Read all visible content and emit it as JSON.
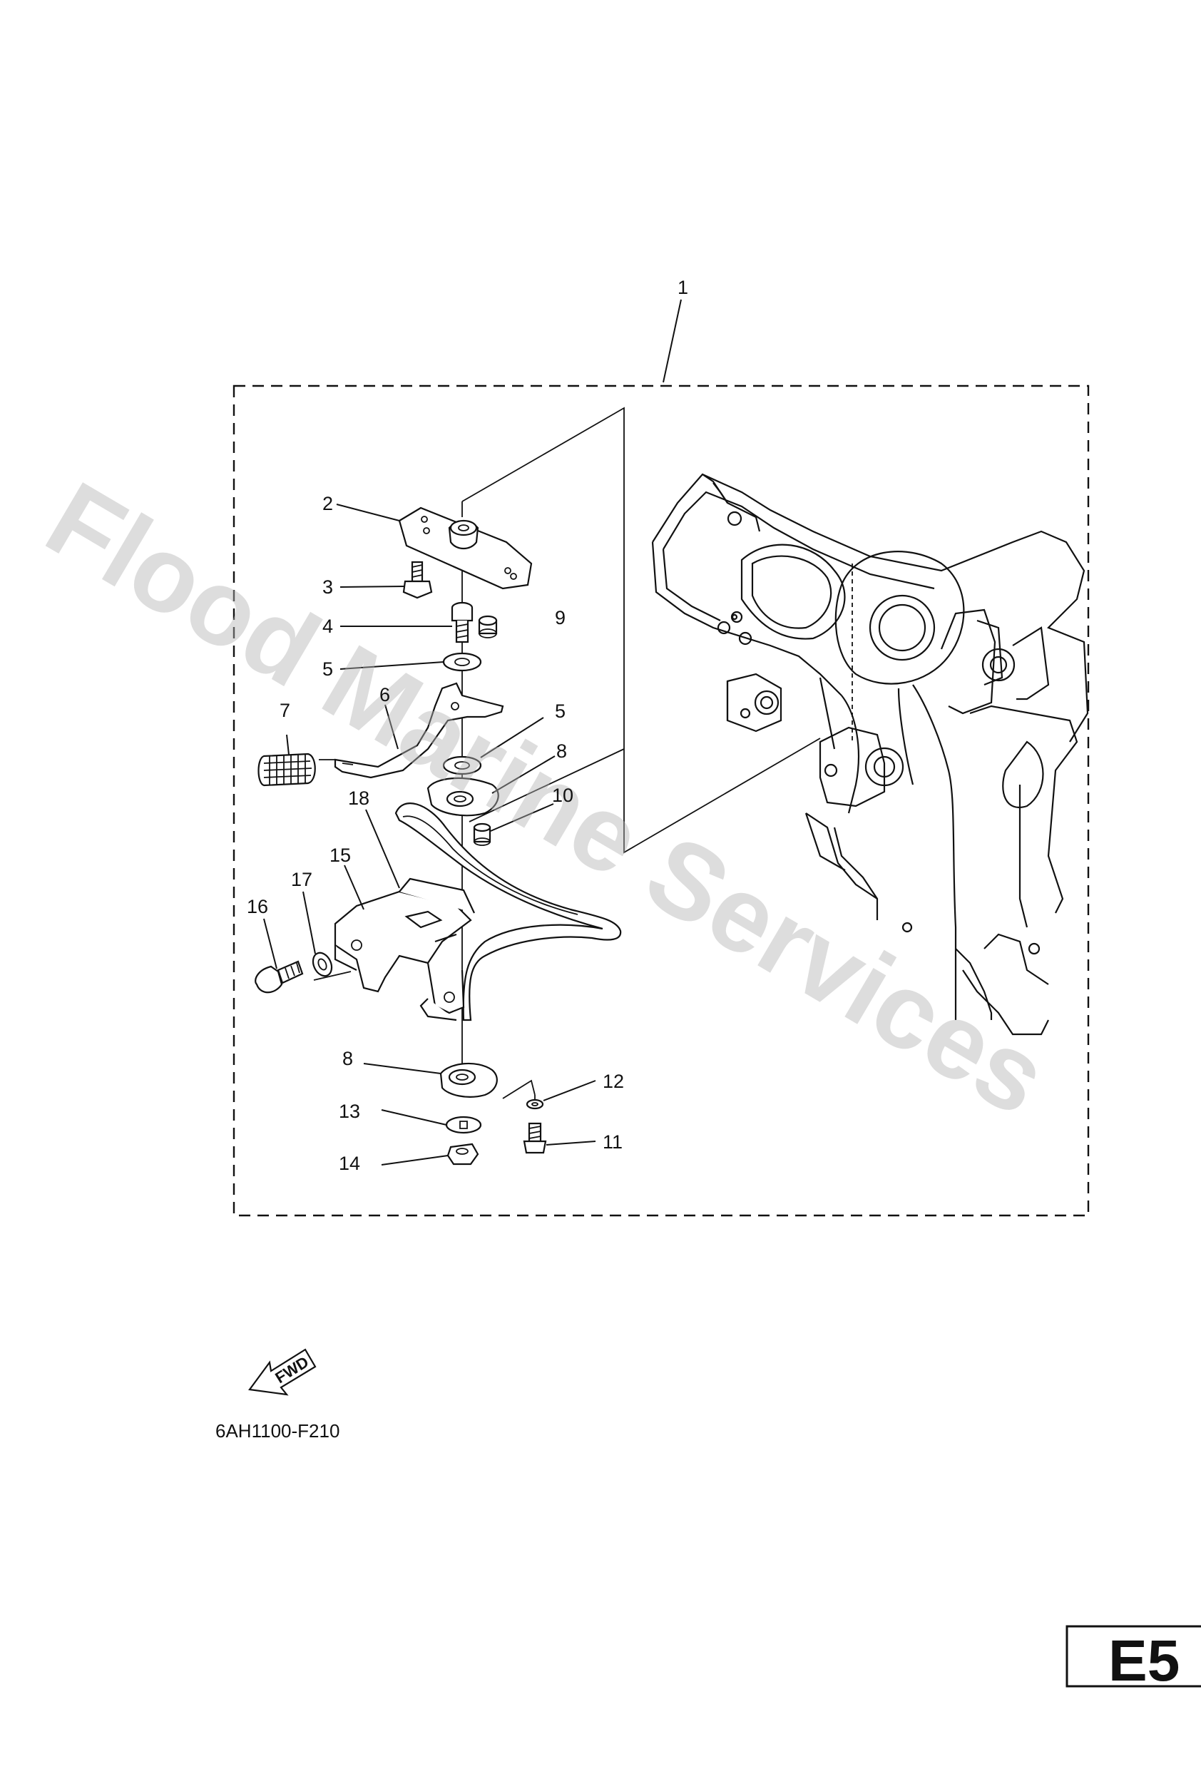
{
  "diagram": {
    "reference_code": "6AH1100-F210",
    "page_code": "E5",
    "fwd_label": "FWD",
    "watermark": "Flood Marine Services",
    "callouts": [
      {
        "id": "1",
        "label": "1"
      },
      {
        "id": "2",
        "label": "2"
      },
      {
        "id": "3",
        "label": "3"
      },
      {
        "id": "4",
        "label": "4"
      },
      {
        "id": "5a",
        "label": "5"
      },
      {
        "id": "5b",
        "label": "5"
      },
      {
        "id": "6",
        "label": "6"
      },
      {
        "id": "7",
        "label": "7"
      },
      {
        "id": "8a",
        "label": "8"
      },
      {
        "id": "8b",
        "label": "8"
      },
      {
        "id": "9",
        "label": "9"
      },
      {
        "id": "10",
        "label": "10"
      },
      {
        "id": "11",
        "label": "11"
      },
      {
        "id": "12",
        "label": "12"
      },
      {
        "id": "13",
        "label": "13"
      },
      {
        "id": "14",
        "label": "14"
      },
      {
        "id": "15",
        "label": "15"
      },
      {
        "id": "16",
        "label": "16"
      },
      {
        "id": "17",
        "label": "17"
      },
      {
        "id": "18",
        "label": "18"
      }
    ]
  }
}
